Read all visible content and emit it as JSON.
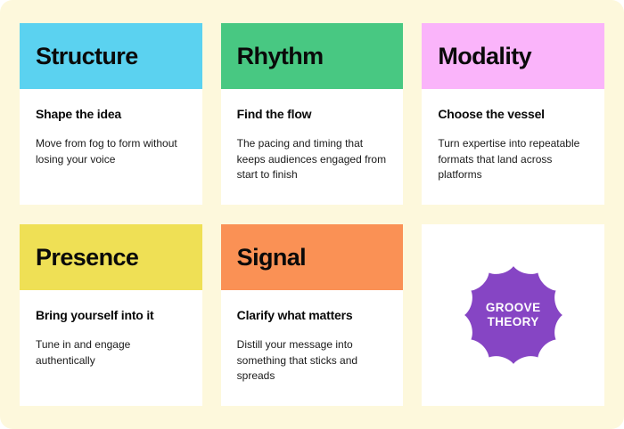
{
  "theme": {
    "background": "#FDF8DC",
    "card_background": "#FFFFFF",
    "text_color": "#0A0A0A",
    "badge_color": "#8645C4",
    "badge_text_color": "#FFFFFF"
  },
  "cards": [
    {
      "title": "Structure",
      "subtitle": "Shape the idea",
      "description": "Move from fog to form without losing your voice",
      "header_color": "#5BD2F0"
    },
    {
      "title": "Rhythm",
      "subtitle": "Find the flow",
      "description": "The pacing and timing that keeps audiences engaged from start to finish",
      "header_color": "#48C882"
    },
    {
      "title": "Modality",
      "subtitle": "Choose the vessel",
      "description": "Turn expertise into repeatable formats that land across platforms",
      "header_color": "#FAB4FA"
    },
    {
      "title": "Presence",
      "subtitle": "Bring yourself into it",
      "description": "Tune in and engage authentically",
      "header_color": "#EFE055"
    },
    {
      "title": "Signal",
      "subtitle": "Clarify what matters",
      "description": "Distill your message into something that sticks and spreads",
      "header_color": "#FA9155"
    }
  ],
  "badge": {
    "line1": "GROOVE",
    "line2": "THEORY",
    "shape": "starburst-12-point",
    "color": "#8645C4"
  }
}
